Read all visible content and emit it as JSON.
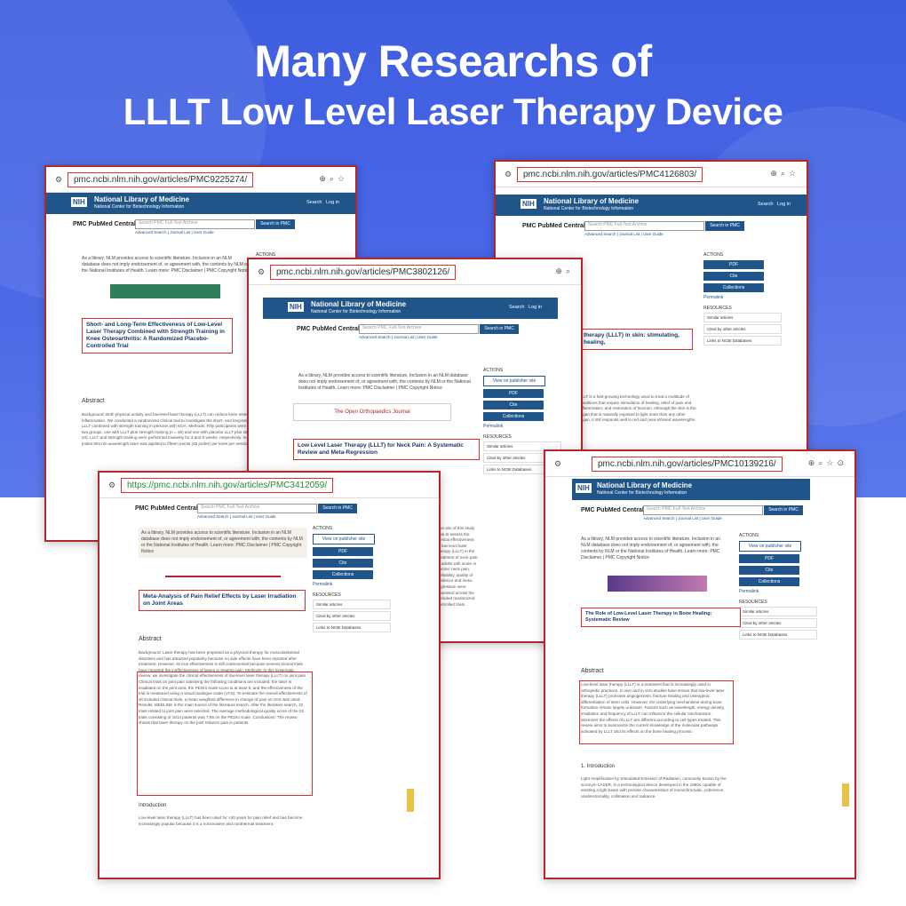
{
  "headline": {
    "line1": "Many Researchs of",
    "line2": "LLLT Low Level Laser Therapy Device"
  },
  "colors": {
    "background": "#4a67e6",
    "highlight": "#d9302c",
    "nih_bar": "#20558a"
  },
  "common": {
    "nih_title": "National Library of Medicine",
    "nih_sub": "National Center for Biotechnology Information",
    "search_label": "Search",
    "login_label": "Log in",
    "pmc_label": "PMC PubMed Central",
    "search_placeholder": "Search PMC Full-Text Archive",
    "search_button": "Search in PMC",
    "pmc_links": "Advanced Search | Journal List | User Guide",
    "notice": "As a library, NLM provides access to scientific literature. Inclusion in an NLM database does not imply endorsement of, or agreement with, the contents by NLM or the National Institutes of Health. Learn more: PMC Disclaimer | PMC Copyright Notice",
    "actions": "ACTIONS",
    "pdf": "PDF",
    "cite": "Cite",
    "collections": "Collections",
    "permalink": "Permalink",
    "resources": "RESOURCES",
    "similar": "Similar articles",
    "cited_by": "Cited by other articles",
    "links_ncbi": "Links to NCBI Databases",
    "abstract": "Abstract",
    "view_publisher": "View on publisher site"
  },
  "cards": [
    {
      "url": "pmc.ncbi.nlm.nih.gov/articles/PMC9225274/",
      "title": "Short- and Long-Term Effectiveness of Low-Level Laser Therapy Combined with Strength Training in Knee Osteoarthritis: A Randomized Placebo-Controlled Trial",
      "body": "Background: Both physical activity and low-level laser therapy (LLLT) can reduce knee osteoarthritis (KOA) inflammation. We conducted a randomized clinical trial to investigate the short- and long-term effectiveness of LLLT combined with strength training in persons with KOA. Methods: Fifty participants were randomly divided in two groups, one with LLLT plus strength training (n = 26) and one with placebo LLLT plus strength training (n = 24). LLLT and strength training were performed triweekly for 3 and 8 weeks, respectively. In the laser group, 3 joules 904 nm wavelength laser was applied to fifteen points (45 joules) per knee per session."
    },
    {
      "url": "pmc.ncbi.nlm.nih.gov/articles/PMC4126803/",
      "title": "therapy (LLLT) in skin: stimulating, healing,",
      "body": "LLLT is a fast-growing technology used to treat a multitude of conditions that require stimulation of healing, relief of pain and inflammation, and restoration of function. Although the skin is the organ that is naturally exposed to light more than any other organ, it still responds well to red and near-infrared wavelengths."
    },
    {
      "url": "pmc.ncbi.nlm.nih.gov/articles/PMC3802126/",
      "title": "Low Level Laser Therapy (LLLT) for Neck Pain: A Systematic Review and Meta-Regression",
      "journal": "The Open Orthopaedics Journal",
      "body": "The aim of this study was to assess the clinical effectiveness of low level laser therapy (LLLT) in the treatment of neck pain in adults with acute or chronic neck pain. Reliability, quality of evidence and meta-regression were assessed across the included randomized controlled trials."
    },
    {
      "url": "https://pmc.ncbi.nlm.nih.gov/articles/PMC3412059/",
      "title": "Meta-Analysis of Pain Relief Effects by Laser Irradiation on Joint Areas",
      "body": "Background: Laser therapy has been proposed as a physical therapy for musculoskeletal disorders and has attracted popularity because no side effects have been reported after treatment. However, its true effectiveness is still controversial because several clinical trials have reported the ineffectiveness of lasers in treating pain. Methods: In this systematic review, we investigate the clinical effectiveness of low-level laser therapy (LLLT) on joint pain. Clinical trials on joint pain satisfying the following conditions are included: the laser is irradiated on the joint area, the PEDro scale score is at least 5, and the effectiveness of the trial is measured using a visual analogue scale (VAS). To estimate the overall effectiveness of all included clinical trials, a mean weighted difference in change of pain on VAS was used. Results: MEDLINE is the main source of the literature search. After the literature search, 22 trials related to joint pain were selected. The average methodological quality score of the 22 trials consisting of 1014 patients was 7.86 on the PEDro scale. Conclusions: The review shows that laser therapy on the joint reduces pain in patients.",
      "intro": "Low-level laser therapy (LLLT) has been used for >30 years for pain relief and has become increasingly popular because it is a noninvasive and nonthermal treatment."
    },
    {
      "url": "pmc.ncbi.nlm.nih.gov/articles/PMC10139216/",
      "title": "The Role of Low-Level Laser Therapy in Bone Healing: Systematic Review",
      "body": "Low-level laser therapy (LLLT) is a treatment that is increasingly used in orthopedic practices. In vivo and in vitro studies have shown that low-level laser therapy (LLLT) promotes angiogenesis, fracture healing and osteogenic differentiation of stem cells. However, the underlying mechanisms during bone formation remain largely unknown. Factors such as wavelength, energy density, irradiation and frequency of LLLT can influence the cellular mechanisms. Moreover the effects of LLLT are different according to cell types treated. This review aims to summarize the current knowledge of the molecular pathways activated by LLLT and its effects on the bone healing process.",
      "intro": "Light Amplification by Stimulated Emission of Radiation, commonly known by the acronym LASER, is a technological device developed in the 1960s capable of emitting a light beam with precise characteristics of monochromatic, coherence, unidirectionality, collimation and radiance."
    }
  ]
}
